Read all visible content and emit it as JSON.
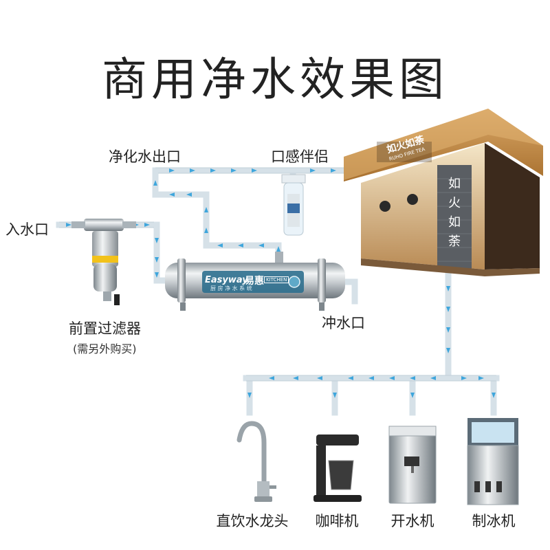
{
  "title": "商用净水效果图",
  "labels": {
    "inlet": "入水口",
    "purified_outlet": "净化水出口",
    "companion": "口感伴侣",
    "prefilter": "前置过滤器",
    "prefilter_note": "(需另外购买)",
    "flush": "冲水口"
  },
  "purifier": {
    "brand": "Easyway",
    "brand_cn": "易惠",
    "badge": "KITCHEN",
    "subtitle": "厨 房 净 水 系 统"
  },
  "shop": {
    "sign": "如火如荼",
    "sign_en": "RUHO FIRE TEA",
    "pillar": "如火如荼"
  },
  "appliances": [
    {
      "label": "直饮水龙头"
    },
    {
      "label": "咖啡机"
    },
    {
      "label": "开水机"
    },
    {
      "label": "制冰机"
    }
  ],
  "colors": {
    "pipe": "#d9e4ea",
    "arrow": "#3fa6dc",
    "wood": "#c8924e"
  }
}
